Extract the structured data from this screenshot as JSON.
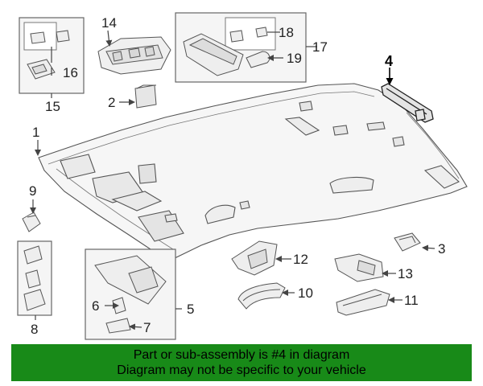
{
  "callouts": {
    "c1": "1",
    "c2": "2",
    "c3": "3",
    "c4": "4",
    "c5": "5",
    "c6": "6",
    "c7": "7",
    "c8": "8",
    "c9": "9",
    "c10": "10",
    "c11": "11",
    "c12": "12",
    "c13": "13",
    "c14": "14",
    "c15": "15",
    "c16": "16",
    "c17": "17",
    "c18": "18",
    "c19": "19"
  },
  "highlight_part": "4",
  "colors": {
    "banner_bg": "#188a18",
    "line": "#444444",
    "highlight": "#000000"
  },
  "banner": {
    "line1": "Part or sub-assembly is #4 in diagram",
    "line2": "Diagram may not be specific to your vehicle"
  }
}
